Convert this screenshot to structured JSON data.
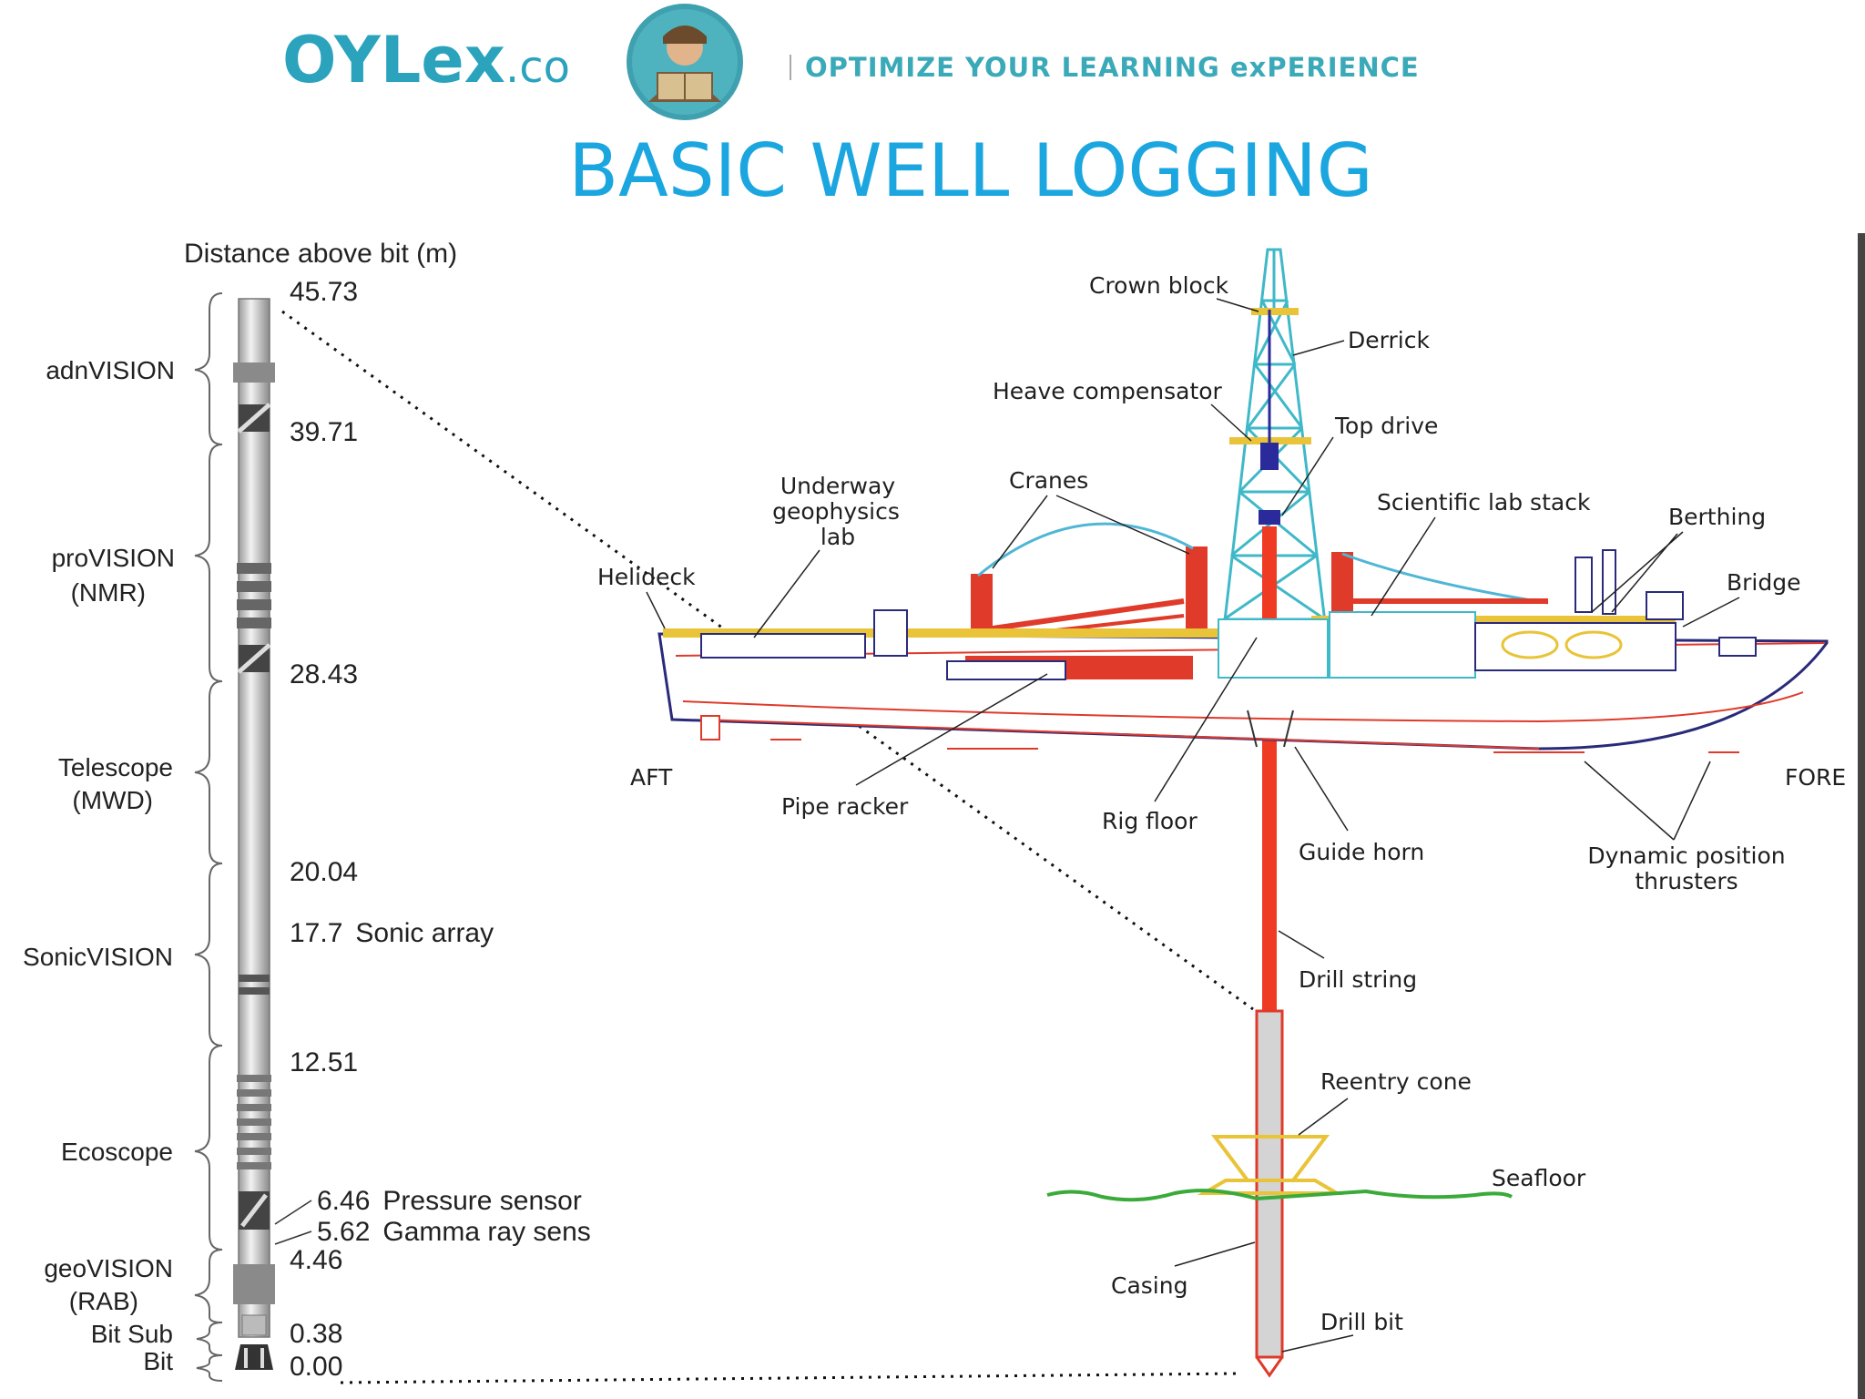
{
  "header": {
    "brand_main": "OYLex",
    "brand_suffix": ".co",
    "tagline": "OPTIMIZE YOUR LEARNING exPERIENCE",
    "logo_icon": "reader-avatar-icon",
    "colors": {
      "brand": "#2ba3bd",
      "tagline": "#3aa9b8",
      "tagline_accent": "#c8a04a",
      "logo_bg": "#3fa0b0"
    }
  },
  "title": "BASIC WELL LOGGING",
  "title_color": "#1ba6e0",
  "bha": {
    "axis_label": "Distance above bit (m)",
    "depths": [
      "45.73",
      "39.71",
      "28.43",
      "20.04",
      "12.51",
      "4.46",
      "0.38",
      "0.00"
    ],
    "sensors": [
      {
        "depth": "17.7",
        "label": "Sonic array"
      },
      {
        "depth": "6.46",
        "label": "Pressure sensor"
      },
      {
        "depth": "5.62",
        "label": "Gamma ray sens"
      }
    ],
    "tools": [
      {
        "lines": [
          "adnVISION"
        ]
      },
      {
        "lines": [
          "proVISION",
          "(NMR)"
        ]
      },
      {
        "lines": [
          "Telescope",
          "(MWD)"
        ]
      },
      {
        "lines": [
          "SonicVISION"
        ]
      },
      {
        "lines": [
          "Ecoscope"
        ]
      },
      {
        "lines": [
          "geoVISION",
          "(RAB)"
        ]
      },
      {
        "lines": [
          "Bit Sub"
        ]
      },
      {
        "lines": [
          "Bit"
        ]
      }
    ]
  },
  "ship": {
    "labels": {
      "crown_block": "Crown block",
      "derrick": "Derrick",
      "heave_compensator": "Heave compensator",
      "top_drive": "Top drive",
      "cranes": "Cranes",
      "underway_1": "Underway",
      "underway_2": "geophysics",
      "underway_3": "lab",
      "helideck": "Helideck",
      "scientific_lab_stack": "Scientific lab stack",
      "berthing": "Berthing",
      "bridge": "Bridge",
      "aft": "AFT",
      "fore": "FORE",
      "pipe_racker": "Pipe racker",
      "rig_floor": "Rig floor",
      "guide_horn": "Guide horn",
      "dp_1": "Dynamic position",
      "dp_2": "thrusters",
      "drill_string": "Drill string",
      "reentry_cone": "Reentry cone",
      "seafloor": "Seafloor",
      "casing": "Casing",
      "drill_bit": "Drill bit"
    },
    "colors": {
      "derrick": "#3fb8c8",
      "hull": "#e03a2a",
      "outline": "#2a2a7a",
      "deck": "#e9c338",
      "drill_string": "#ef3a24",
      "seafloor": "#3aaa3a",
      "cone": "#e9c338"
    }
  }
}
